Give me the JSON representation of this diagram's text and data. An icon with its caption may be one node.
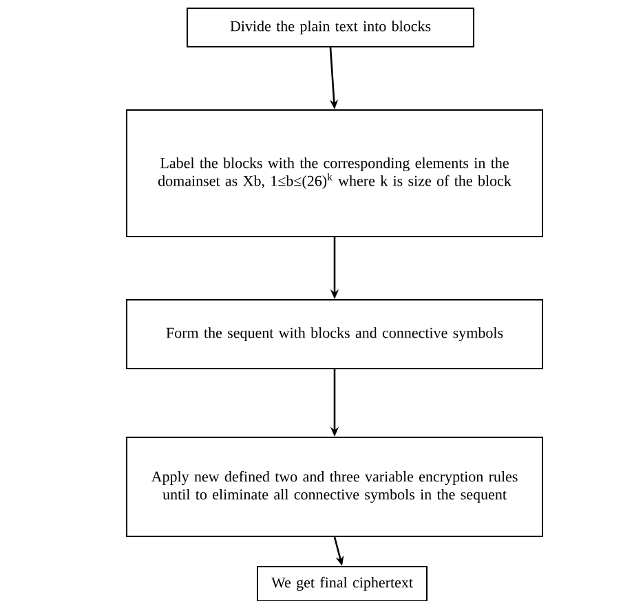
{
  "diagram": {
    "nodes": [
      {
        "text": [
          "Divide the plain text into blocks"
        ]
      },
      {
        "text": [
          "Label the blocks with the corresponding elements in the domainset as Xb, 1≤b≤(26)$^{k}$ where k is size of the block"
        ]
      },
      {
        "text": [
          "Form the sequent with blocks and connective symbols"
        ]
      },
      {
        "text": [
          "Apply new defined two and three variable encryption rules until to eliminate all connective symbols in the sequent"
        ]
      },
      {
        "text": [
          "We get final ciphertext"
        ]
      }
    ],
    "edges": [
      {
        "from": 0,
        "to": 1,
        "arrow": "to"
      },
      {
        "from": 1,
        "to": 2,
        "arrow": "to"
      },
      {
        "from": 2,
        "to": 3,
        "arrow": "to"
      },
      {
        "from": 3,
        "to": 4,
        "arrow": "to"
      }
    ]
  }
}
